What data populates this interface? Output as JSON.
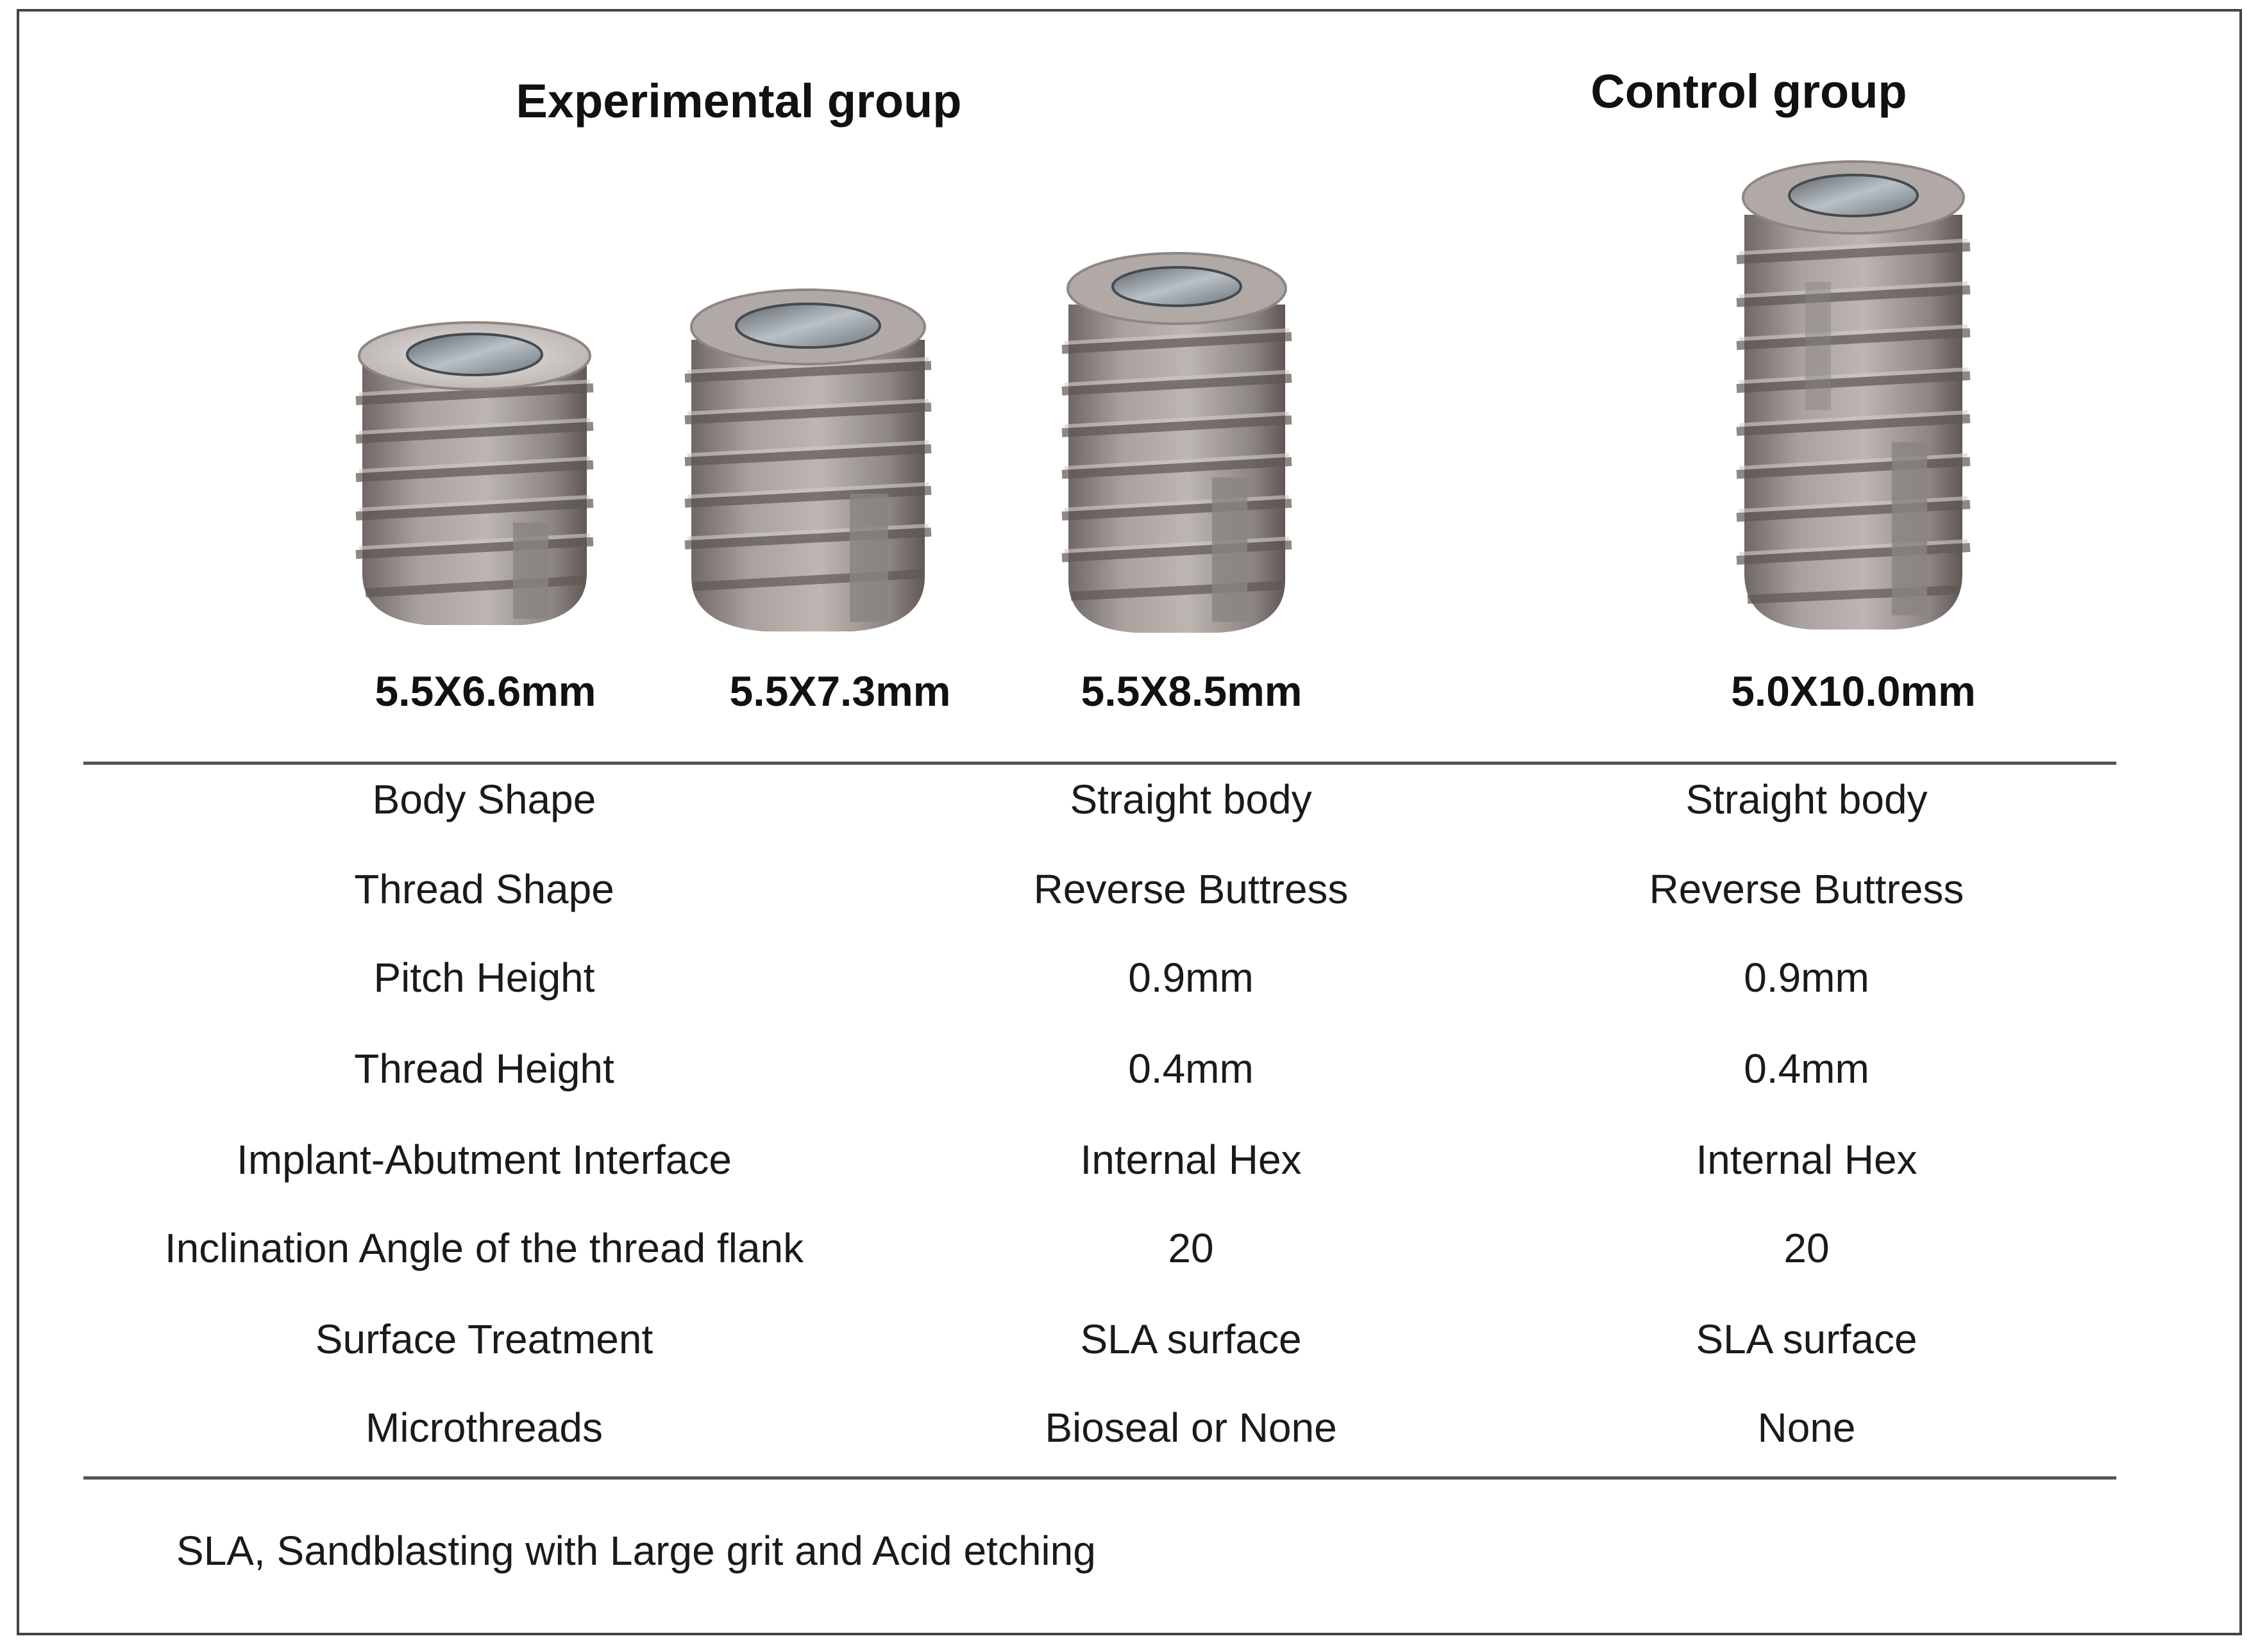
{
  "header": {
    "experimental_title": "Experimental  group",
    "control_title": "Control group"
  },
  "implants": [
    {
      "size": "5.5X6.6mm"
    },
    {
      "size": "5.5X7.3mm"
    },
    {
      "size": "5.5X8.5mm"
    },
    {
      "size": "5.0X10.0mm"
    }
  ],
  "table": {
    "rows": [
      {
        "label": "Body Shape",
        "experimental": "Straight body",
        "control": "Straight body"
      },
      {
        "label": "Thread Shape",
        "experimental": "Reverse Buttress",
        "control": "Reverse Buttress"
      },
      {
        "label": "Pitch Height",
        "experimental": "0.9mm",
        "control": "0.9mm"
      },
      {
        "label": "Thread Height",
        "experimental": "0.4mm",
        "control": "0.4mm"
      },
      {
        "label": "Implant-Abutment Interface",
        "experimental": "Internal Hex",
        "control": "Internal Hex"
      },
      {
        "label": "Inclination Angle of the thread flank",
        "experimental": "20",
        "control": "20"
      },
      {
        "label": "Surface Treatment",
        "experimental": "SLA surface",
        "control": "SLA surface"
      },
      {
        "label": "Microthreads",
        "experimental": "Bioseal or None",
        "control": "None"
      }
    ]
  },
  "footnote": "SLA, Sandblasting with Large grit and Acid etching",
  "colors": {
    "implant_body": "#a59e9b",
    "implant_shadow": "#7d7672",
    "implant_highlight": "#c9c3c0",
    "bore_metal": "#9aa3a8",
    "rule": "#555555"
  }
}
